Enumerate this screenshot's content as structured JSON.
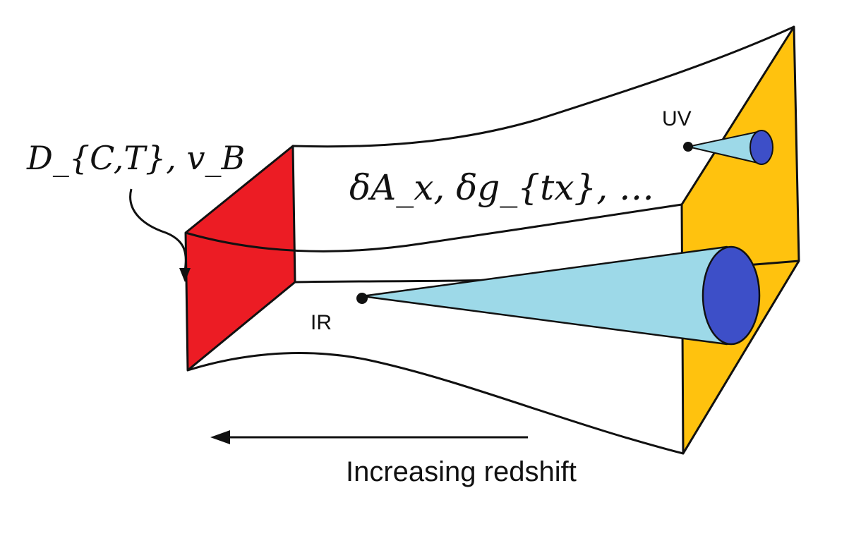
{
  "labels": {
    "boundary_left": "D_{C,T}, v_B",
    "bulk": "δA_x, δg_{tx}, …",
    "uv": "UV",
    "ir": "IR",
    "arrow": "Increasing redshift"
  },
  "colors": {
    "left_face": "#ec1c24",
    "right_face": "#ffc20e",
    "cone_fill": "#9dd9e8",
    "disk_fill": "#3d4fc8",
    "outline": "#111111",
    "background": "#ffffff"
  }
}
